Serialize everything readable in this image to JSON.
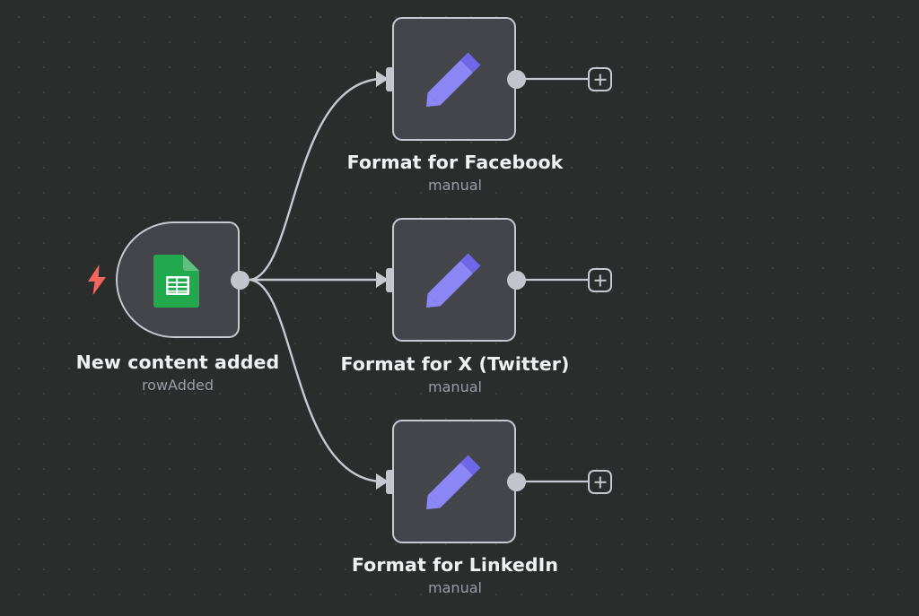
{
  "canvas": {
    "background_color": "#2b2d2d",
    "dot_color": "#3e4040",
    "grid_spacing": 28
  },
  "theme": {
    "node_fill": "#43454a",
    "node_border": "#c6c9cf",
    "connector": "#c6c9cf",
    "title_color": "#f0f1f3",
    "subtitle_color": "#9a9da3",
    "accent_pencil": "#8c86f7",
    "accent_pencil_tip": "#6f67e8",
    "accent_sheets": "#22a94e",
    "accent_trigger_bolt": "#f8655a",
    "port_color": "#c2c5cc"
  },
  "nodes": [
    {
      "id": "trigger",
      "kind": "trigger",
      "title": "New content added",
      "subtitle": "rowAdded",
      "icon": "google-sheets-icon",
      "badge": "lightning-bolt-icon"
    },
    {
      "id": "format-facebook",
      "kind": "action",
      "title": "Format for Facebook",
      "subtitle": "manual",
      "icon": "pencil-icon"
    },
    {
      "id": "format-x-twitter",
      "kind": "action",
      "title": "Format for X (Twitter)",
      "subtitle": "manual",
      "icon": "pencil-icon"
    },
    {
      "id": "format-linkedin",
      "kind": "action",
      "title": "Format for LinkedIn",
      "subtitle": "manual",
      "icon": "pencil-icon"
    }
  ],
  "connections": [
    {
      "from": "trigger",
      "to": "format-facebook"
    },
    {
      "from": "trigger",
      "to": "format-x-twitter"
    },
    {
      "from": "trigger",
      "to": "format-linkedin"
    }
  ],
  "add_buttons": [
    {
      "id": "add-after-facebook",
      "label": "+"
    },
    {
      "id": "add-after-x-twitter",
      "label": "+"
    },
    {
      "id": "add-after-linkedin",
      "label": "+"
    }
  ]
}
